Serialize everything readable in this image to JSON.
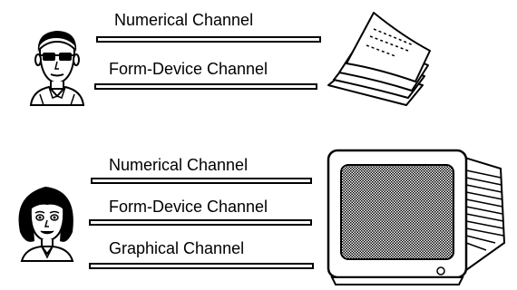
{
  "scene_top": {
    "channels": [
      {
        "label": "Numerical Channel"
      },
      {
        "label": "Form-Device Channel"
      }
    ],
    "person": "man-with-sunglasses-icon",
    "target": "paper-forms-icon"
  },
  "scene_bottom": {
    "channels": [
      {
        "label": "Numerical Channel"
      },
      {
        "label": "Form-Device Channel"
      },
      {
        "label": "Graphical Channel"
      }
    ],
    "person": "woman-icon",
    "target": "computer-monitor-icon"
  },
  "colors": {
    "ink": "#000000",
    "paper": "#ffffff",
    "screen": "#8a8a8a"
  }
}
